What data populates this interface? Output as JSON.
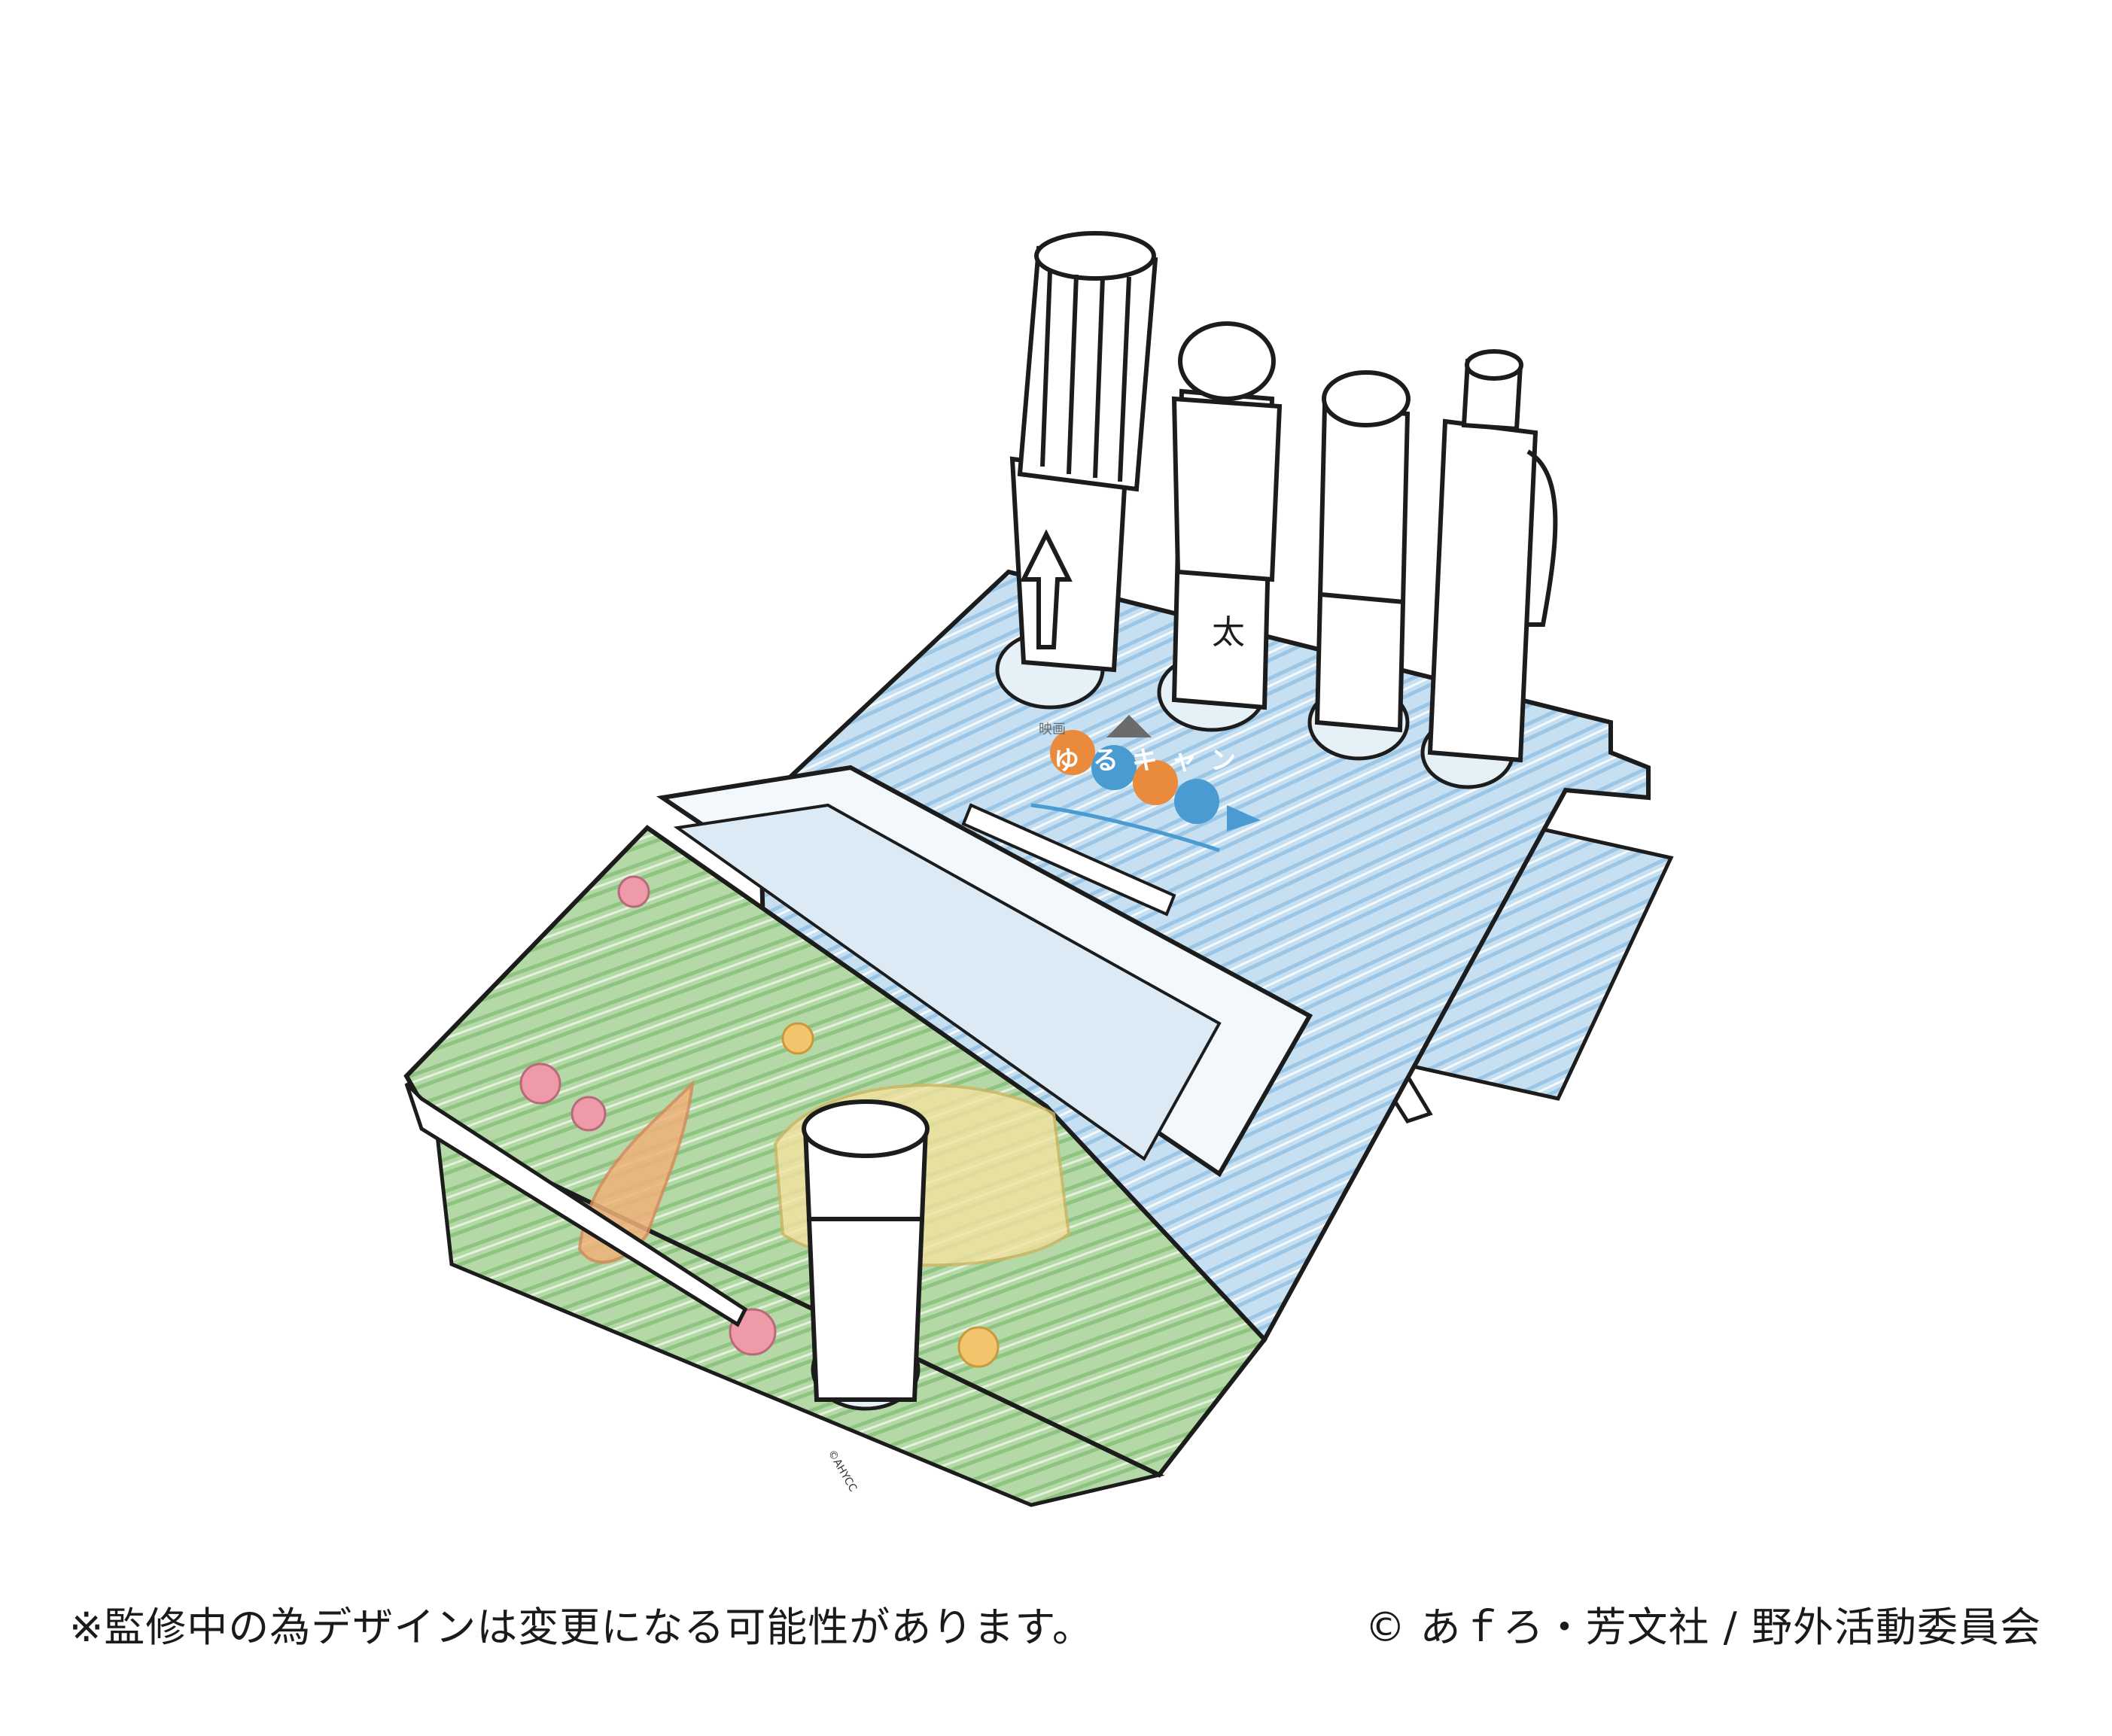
{
  "notice": "※監修中の為デザインは変更になる可能性があります。",
  "copyright": "© あｆろ・芳文社 / 野外活動委員会",
  "product": {
    "logo_text": "ゆるキャン",
    "logo_small": "映画",
    "pen_label": "太",
    "corner_mark": "©AHYCC"
  },
  "colors": {
    "blue_panel": "#bcd9ee",
    "green_panel": "#a9d39b",
    "pink_flower": "#ee9aa8",
    "logo_orange": "#e98a3c",
    "logo_blue": "#4a9bd1",
    "outline": "#1c1c1c"
  }
}
